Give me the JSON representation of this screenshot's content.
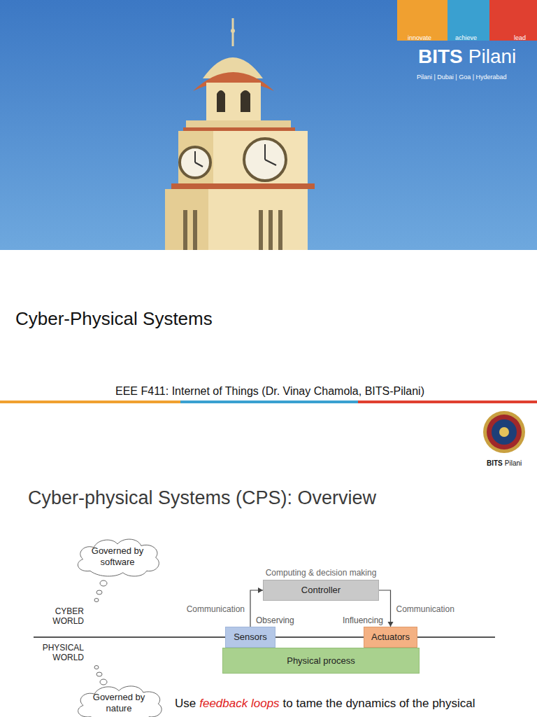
{
  "diagram": {
    "title": "Cyber-physical Systems (CPS): Overview",
    "nodes": [
      {
        "text": [
          "Governed by software"
        ]
      },
      {
        "text": [
          "Computing & decision making",
          "Controller"
        ]
      },
      {
        "text": [
          "Sensors"
        ]
      },
      {
        "text": [
          "Actuators"
        ]
      },
      {
        "text": [
          "Physical process"
        ]
      },
      {
        "text": [
          "Governed by nature"
        ]
      }
    ],
    "edges": [
      {
        "from": 2,
        "to": 1,
        "arrow": "to",
        "label": "Communication"
      },
      {
        "from": 1,
        "to": 3,
        "arrow": "to",
        "label": "Communication"
      }
    ],
    "labels": [
      "innovate",
      "achieve",
      "lead",
      "BITS",
      "Pilani",
      "Pilani | Dubai | Goa | Hyderabad",
      "Cyber-Physical Systems",
      "EEE F411: Internet of Things (Dr. Vinay Chamola, BITS-Pilani)",
      "BITS",
      "Pilani",
      "CYBER WORLD",
      "PHYSICAL WORLD",
      "Observing",
      "Influencing",
      "Use",
      "feedback loops",
      "to tame the dynamics of the physical"
    ]
  }
}
